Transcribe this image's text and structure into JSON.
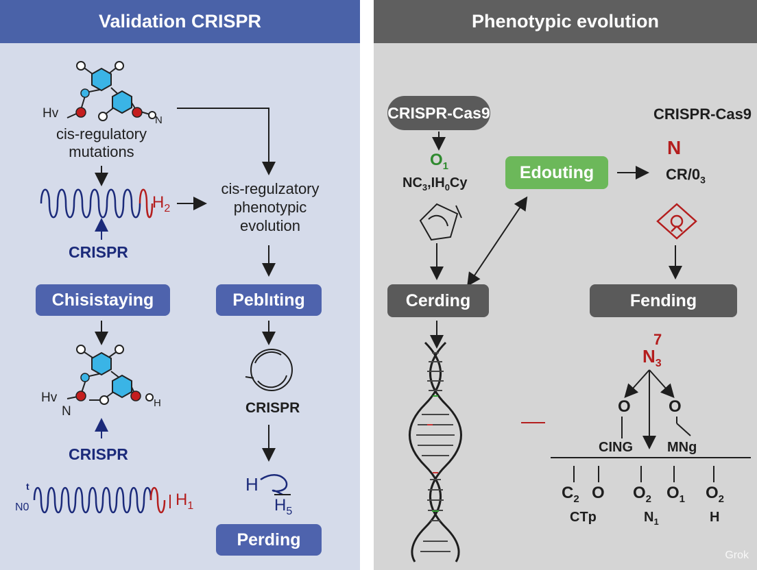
{
  "left": {
    "title": "Validation CRISPR",
    "label_hv_top": "Hv",
    "label_n_top": "N",
    "label_cis_mut": "cis-regulatory\nmutations",
    "label_h2_wave": "H",
    "label_h2_sub": "2",
    "label_crispr1": "CRISPR",
    "label_cis_pheno": "cis-regulzatory\nphenotypic\nevolution",
    "box_chisistaying": "Chisistaying",
    "box_pebiting": "Peblıting",
    "label_hv_bottom": "Hv",
    "label_n_bottom": "N",
    "label_h_bottom": "H",
    "label_crispr2": "CRISPR",
    "label_crispr3": "CRISPR",
    "label_no": "N0",
    "label_t": "t",
    "label_h1_wave": "H",
    "label_h1_sub": "1",
    "label_h_curve": "H",
    "label_h5": "H",
    "label_h5_sub": "5",
    "box_perding": "Perding"
  },
  "right": {
    "title": "Phenotypic evolution",
    "pill_crispr": "CRISPR-Cas9",
    "label_o1": "O",
    "label_o1_sub": "1",
    "label_nc": "NC",
    "label_nc_sub": "3",
    "label_nc_rest": ",IH",
    "label_nc_sub2": "0",
    "label_nc_end": "Cy",
    "box_edouting": "Edouting",
    "label_crispr_cas9": "CRISPR-Cas9",
    "label_n_red": "N",
    "label_cr": "CR/0",
    "label_cr_sub": "3",
    "box_cerding": "Cerding",
    "box_fending": "Fending",
    "label_7": "7",
    "label_n3": "N",
    "label_n3_sub": "3",
    "label_o_left": "O",
    "label_o_right": "O",
    "label_cing": "CING",
    "label_mng": "MNg",
    "label_c2": "C",
    "label_c2_sub": "2",
    "label_o_b1": "O",
    "label_o2a": "O",
    "label_o2a_sub": "2",
    "label_o1b": "O",
    "label_o1b_sub": "1",
    "label_o2b": "O",
    "label_o2b_sub": "2",
    "label_ctp": "CTp",
    "label_n1": "N",
    "label_n1_sub": "1",
    "label_h": "H",
    "watermark": "Grok"
  },
  "colors": {
    "left_header": "#4a62a8",
    "right_header": "#5f5f5f",
    "left_bg": "#d5dbea",
    "right_bg": "#d5d5d5",
    "hexagon": "#3ab4e6",
    "navy": "#1b2a7a",
    "red": "#b41e1e",
    "green_box": "#6cb85a"
  }
}
